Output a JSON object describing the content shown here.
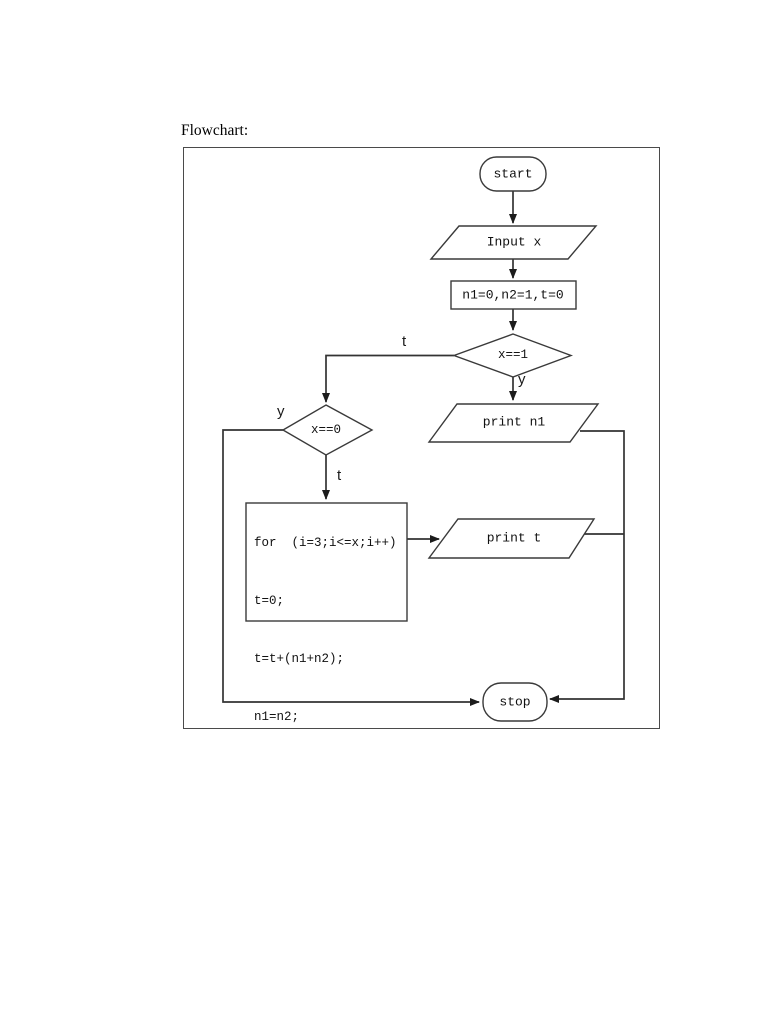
{
  "caption": "Flowchart:",
  "flowchart": {
    "nodes": {
      "start": "start",
      "input_x": "Input x",
      "init": "n1=0,n2=1,t=0",
      "decision_x1": "x==1",
      "print_n1": "print n1",
      "decision_x0": "x==0",
      "for_block": {
        "lines": [
          "for  (i=3;i<=x;i++)",
          "t=0;",
          "t=t+(n1+n2);",
          "n1=n2;"
        ]
      },
      "print_t": "print t",
      "stop": "stop"
    },
    "branch_labels": {
      "x1_false": "t",
      "x1_true": "y",
      "x0_true": "y",
      "x0_false": "t"
    },
    "colors": {
      "line": "#333333",
      "shape_stroke": "#3a3a3a",
      "text": "#111111",
      "background": "#ffffff"
    }
  }
}
